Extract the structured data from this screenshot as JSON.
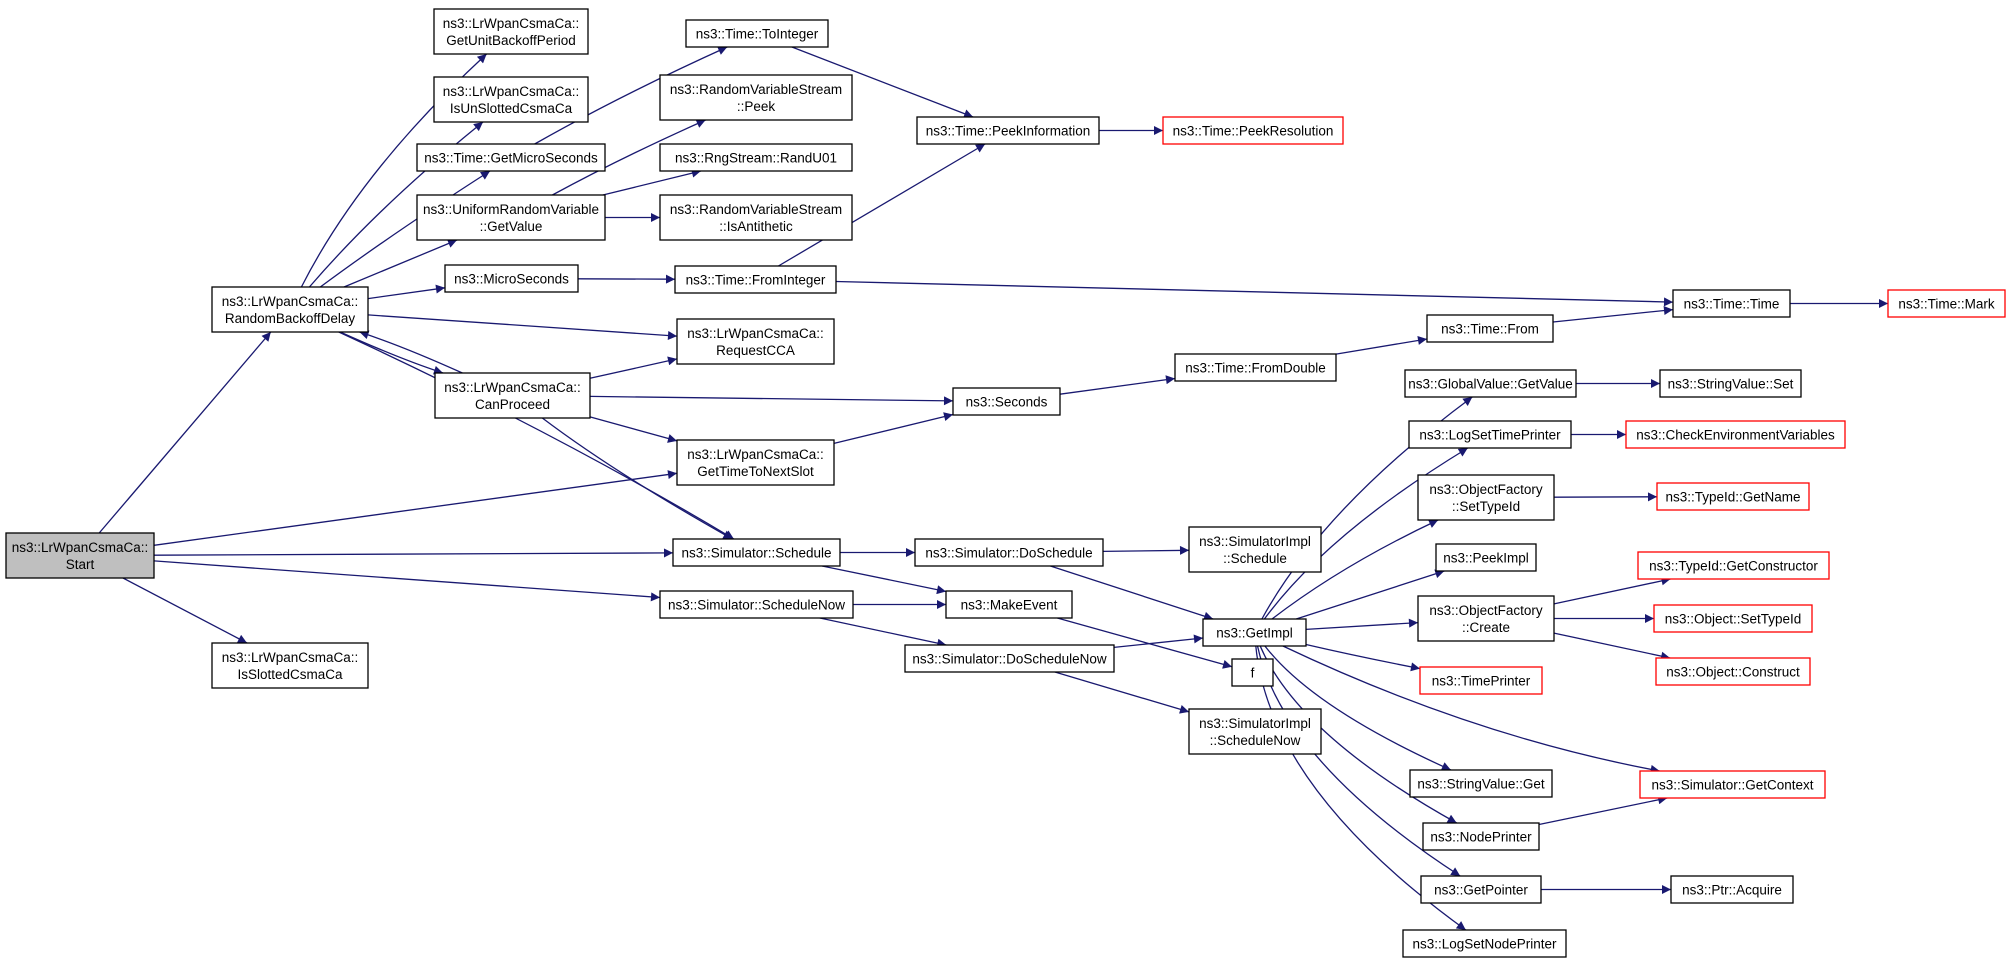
{
  "colors": {
    "edge": "#191970",
    "border_normal": "#000000",
    "border_truncated": "#ff0000",
    "root_fill": "#bfbfbf",
    "node_fill": "#ffffff"
  },
  "nodes": [
    {
      "id": "start",
      "lines": [
        "ns3::LrWpanCsmaCa::",
        "Start"
      ],
      "style": "root"
    },
    {
      "id": "rbd",
      "lines": [
        "ns3::LrWpanCsmaCa::",
        "RandomBackoffDelay"
      ],
      "style": "normal"
    },
    {
      "id": "isslotted",
      "lines": [
        "ns3::LrWpanCsmaCa::",
        "IsSlottedCsmaCa"
      ],
      "style": "normal"
    },
    {
      "id": "getunit",
      "lines": [
        "ns3::LrWpanCsmaCa::",
        "GetUnitBackoffPeriod"
      ],
      "style": "normal"
    },
    {
      "id": "isunslotted",
      "lines": [
        "ns3::LrWpanCsmaCa::",
        "IsUnSlottedCsmaCa"
      ],
      "style": "normal"
    },
    {
      "id": "getmicro",
      "lines": [
        "ns3::Time::GetMicroSeconds"
      ],
      "style": "normal"
    },
    {
      "id": "urv",
      "lines": [
        "ns3::UniformRandomVariable",
        "::GetValue"
      ],
      "style": "normal"
    },
    {
      "id": "microsec",
      "lines": [
        "ns3::MicroSeconds"
      ],
      "style": "normal"
    },
    {
      "id": "canproceed",
      "lines": [
        "ns3::LrWpanCsmaCa::",
        "CanProceed"
      ],
      "style": "normal"
    },
    {
      "id": "toint",
      "lines": [
        "ns3::Time::ToInteger"
      ],
      "style": "normal"
    },
    {
      "id": "rvspeek",
      "lines": [
        "ns3::RandomVariableStream",
        "::Peek"
      ],
      "style": "normal"
    },
    {
      "id": "randu01",
      "lines": [
        "ns3::RngStream::RandU01"
      ],
      "style": "normal"
    },
    {
      "id": "isanti",
      "lines": [
        "ns3::RandomVariableStream",
        "::IsAntithetic"
      ],
      "style": "normal"
    },
    {
      "id": "fromint",
      "lines": [
        "ns3::Time::FromInteger"
      ],
      "style": "normal"
    },
    {
      "id": "reqcca",
      "lines": [
        "ns3::LrWpanCsmaCa::",
        "RequestCCA"
      ],
      "style": "normal"
    },
    {
      "id": "gettnext",
      "lines": [
        "ns3::LrWpanCsmaCa::",
        "GetTimeToNextSlot"
      ],
      "style": "normal"
    },
    {
      "id": "schedule",
      "lines": [
        "ns3::Simulator::Schedule"
      ],
      "style": "normal"
    },
    {
      "id": "schednow",
      "lines": [
        "ns3::Simulator::ScheduleNow"
      ],
      "style": "normal"
    },
    {
      "id": "peekinfo",
      "lines": [
        "ns3::Time::PeekInformation"
      ],
      "style": "normal"
    },
    {
      "id": "peekres",
      "lines": [
        "ns3::Time::PeekResolution"
      ],
      "style": "truncated"
    },
    {
      "id": "seconds",
      "lines": [
        "ns3::Seconds"
      ],
      "style": "normal"
    },
    {
      "id": "dosched",
      "lines": [
        "ns3::Simulator::DoSchedule"
      ],
      "style": "normal"
    },
    {
      "id": "makeevent",
      "lines": [
        "ns3::MakeEvent"
      ],
      "style": "normal"
    },
    {
      "id": "doschednow",
      "lines": [
        "ns3::Simulator::DoScheduleNow"
      ],
      "style": "normal"
    },
    {
      "id": "fromdouble",
      "lines": [
        "ns3::Time::FromDouble"
      ],
      "style": "normal"
    },
    {
      "id": "simimplsched",
      "lines": [
        "ns3::SimulatorImpl",
        "::Schedule"
      ],
      "style": "normal"
    },
    {
      "id": "getimpl",
      "lines": [
        "ns3::GetImpl"
      ],
      "style": "normal"
    },
    {
      "id": "f",
      "lines": [
        "f"
      ],
      "style": "normal"
    },
    {
      "id": "simimplschednow",
      "lines": [
        "ns3::SimulatorImpl",
        "::ScheduleNow"
      ],
      "style": "normal"
    },
    {
      "id": "timefrom",
      "lines": [
        "ns3::Time::From"
      ],
      "style": "normal"
    },
    {
      "id": "timetime",
      "lines": [
        "ns3::Time::Time"
      ],
      "style": "normal"
    },
    {
      "id": "timemark",
      "lines": [
        "ns3::Time::Mark"
      ],
      "style": "truncated"
    },
    {
      "id": "gvgetvalue",
      "lines": [
        "ns3::GlobalValue::GetValue"
      ],
      "style": "normal"
    },
    {
      "id": "svset",
      "lines": [
        "ns3::StringValue::Set"
      ],
      "style": "normal"
    },
    {
      "id": "logsettime",
      "lines": [
        "ns3::LogSetTimePrinter"
      ],
      "style": "normal"
    },
    {
      "id": "checkenv",
      "lines": [
        "ns3::CheckEnvironmentVariables"
      ],
      "style": "truncated"
    },
    {
      "id": "ofsettype",
      "lines": [
        "ns3::ObjectFactory",
        "::SetTypeId"
      ],
      "style": "normal"
    },
    {
      "id": "tidname",
      "lines": [
        "ns3::TypeId::GetName"
      ],
      "style": "truncated"
    },
    {
      "id": "peekimpl",
      "lines": [
        "ns3::PeekImpl"
      ],
      "style": "normal"
    },
    {
      "id": "ofcreate",
      "lines": [
        "ns3::ObjectFactory",
        "::Create"
      ],
      "style": "normal"
    },
    {
      "id": "tidctor",
      "lines": [
        "ns3::TypeId::GetConstructor"
      ],
      "style": "truncated"
    },
    {
      "id": "objsettype",
      "lines": [
        "ns3::Object::SetTypeId"
      ],
      "style": "truncated"
    },
    {
      "id": "objconstruct",
      "lines": [
        "ns3::Object::Construct"
      ],
      "style": "truncated"
    },
    {
      "id": "timeprinter",
      "lines": [
        "ns3::TimePrinter"
      ],
      "style": "truncated"
    },
    {
      "id": "svget",
      "lines": [
        "ns3::StringValue::Get"
      ],
      "style": "normal"
    },
    {
      "id": "simgetctx",
      "lines": [
        "ns3::Simulator::GetContext"
      ],
      "style": "truncated"
    },
    {
      "id": "nodeprinter",
      "lines": [
        "ns3::NodePrinter"
      ],
      "style": "normal"
    },
    {
      "id": "getpointer",
      "lines": [
        "ns3::GetPointer"
      ],
      "style": "normal"
    },
    {
      "id": "ptracquire",
      "lines": [
        "ns3::Ptr::Acquire"
      ],
      "style": "normal"
    },
    {
      "id": "logsetnode",
      "lines": [
        "ns3::LogSetNodePrinter"
      ],
      "style": "normal"
    }
  ],
  "edges": [
    [
      "start",
      "rbd"
    ],
    [
      "start",
      "isslotted"
    ],
    [
      "start",
      "gettnext"
    ],
    [
      "start",
      "schedule"
    ],
    [
      "start",
      "schednow"
    ],
    [
      "rbd",
      "getunit"
    ],
    [
      "rbd",
      "isunslotted"
    ],
    [
      "rbd",
      "getmicro"
    ],
    [
      "rbd",
      "urv"
    ],
    [
      "rbd",
      "microsec"
    ],
    [
      "rbd",
      "reqcca"
    ],
    [
      "rbd",
      "canproceed"
    ],
    [
      "rbd",
      "schedule"
    ],
    [
      "getmicro",
      "toint"
    ],
    [
      "urv",
      "rvspeek"
    ],
    [
      "urv",
      "randu01"
    ],
    [
      "urv",
      "isanti"
    ],
    [
      "microsec",
      "fromint"
    ],
    [
      "canproceed",
      "rbd"
    ],
    [
      "canproceed",
      "reqcca"
    ],
    [
      "canproceed",
      "seconds"
    ],
    [
      "canproceed",
      "gettnext"
    ],
    [
      "canproceed",
      "schedule"
    ],
    [
      "toint",
      "peekinfo"
    ],
    [
      "fromint",
      "peekinfo"
    ],
    [
      "fromint",
      "timetime"
    ],
    [
      "peekinfo",
      "peekres"
    ],
    [
      "gettnext",
      "seconds"
    ],
    [
      "schedule",
      "dosched"
    ],
    [
      "schedule",
      "makeevent"
    ],
    [
      "schednow",
      "makeevent"
    ],
    [
      "schednow",
      "doschednow"
    ],
    [
      "seconds",
      "fromdouble"
    ],
    [
      "fromdouble",
      "timefrom"
    ],
    [
      "timefrom",
      "timetime"
    ],
    [
      "timetime",
      "timemark"
    ],
    [
      "dosched",
      "simimplsched"
    ],
    [
      "dosched",
      "getimpl"
    ],
    [
      "makeevent",
      "f"
    ],
    [
      "doschednow",
      "getimpl"
    ],
    [
      "doschednow",
      "simimplschednow"
    ],
    [
      "getimpl",
      "gvgetvalue"
    ],
    [
      "getimpl",
      "logsettime"
    ],
    [
      "getimpl",
      "ofsettype"
    ],
    [
      "getimpl",
      "peekimpl"
    ],
    [
      "getimpl",
      "ofcreate"
    ],
    [
      "getimpl",
      "timeprinter"
    ],
    [
      "getimpl",
      "svget"
    ],
    [
      "getimpl",
      "simgetctx"
    ],
    [
      "getimpl",
      "nodeprinter"
    ],
    [
      "getimpl",
      "getpointer"
    ],
    [
      "getimpl",
      "logsetnode"
    ],
    [
      "gvgetvalue",
      "svset"
    ],
    [
      "logsettime",
      "checkenv"
    ],
    [
      "ofsettype",
      "tidname"
    ],
    [
      "ofcreate",
      "tidctor"
    ],
    [
      "ofcreate",
      "objsettype"
    ],
    [
      "ofcreate",
      "objconstruct"
    ],
    [
      "nodeprinter",
      "simgetctx"
    ],
    [
      "getpointer",
      "ptracquire"
    ]
  ]
}
